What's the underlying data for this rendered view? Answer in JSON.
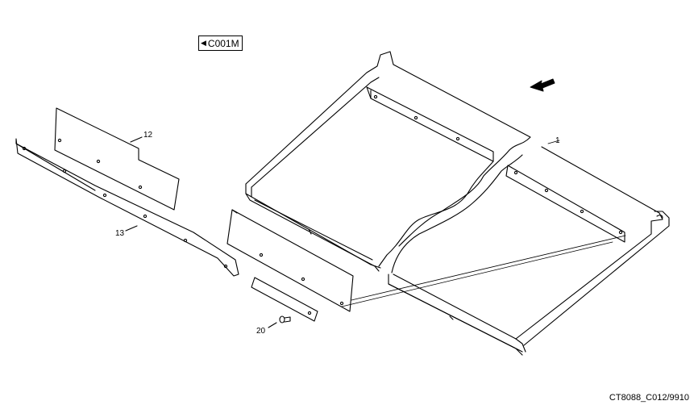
{
  "reference_box": {
    "arrow_icon": "left-triangle-icon",
    "label": "C001M"
  },
  "callouts": [
    {
      "id": "1",
      "label": "1"
    },
    {
      "id": "12",
      "label": "12"
    },
    {
      "id": "13",
      "label": "13"
    },
    {
      "id": "20",
      "label": "20"
    }
  ],
  "figure_id": "CT8088_C012/9910",
  "direction_arrow_icon": "direction-arrow-icon"
}
